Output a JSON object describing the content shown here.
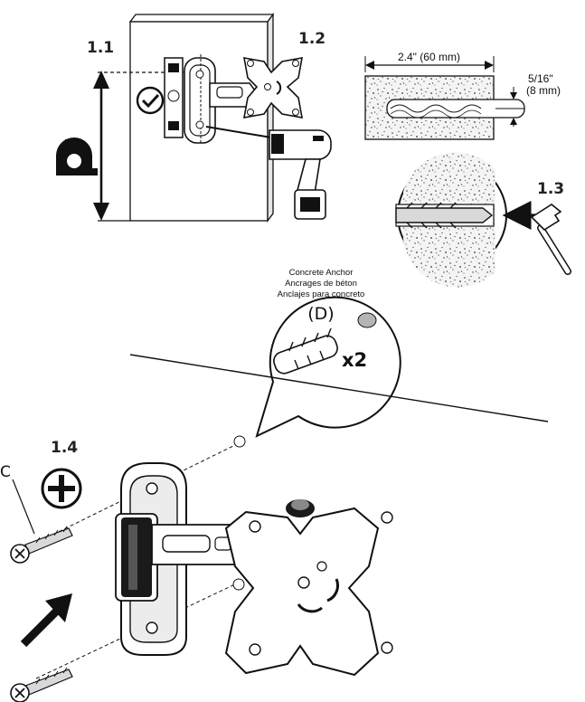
{
  "steps": {
    "s1_1": "1.1",
    "s1_2": "1.2",
    "s1_3": "1.3",
    "s1_4": "1.4"
  },
  "dimensions": {
    "depth": "2.4\" (60 mm)",
    "diameter_in": "5/16\"",
    "diameter_mm": "(8 mm)"
  },
  "anchor_callout": {
    "line_en": "Concrete Anchor",
    "line_fr": "Ancrages de béton",
    "line_es": "Anclajes para concreto",
    "part_code": "(D)",
    "quantity": "x2"
  },
  "screw_label": "C",
  "icons": [
    "level-check-icon",
    "tape-measure-icon",
    "drill-icon",
    "hammer-icon",
    "phillips-screwdriver-icon",
    "direction-arrow-icon"
  ],
  "colors": {
    "line": "#111111",
    "concrete": "#f2f2f2",
    "part_fill": "#ffffff",
    "shadow": "#cfcfcf"
  }
}
